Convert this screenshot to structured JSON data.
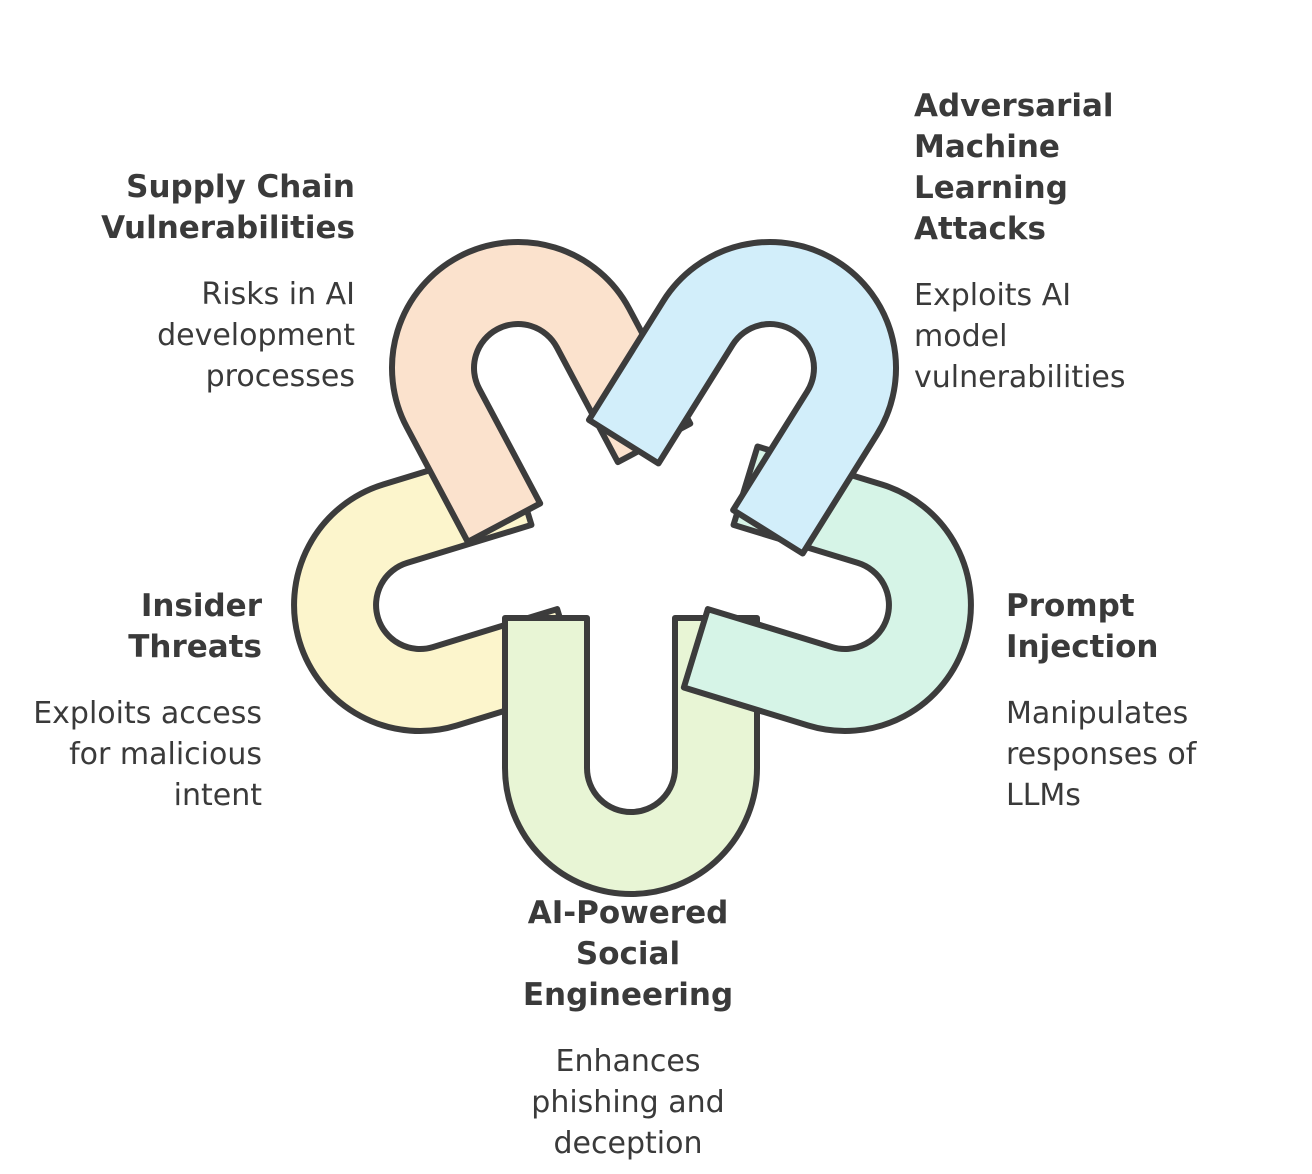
{
  "diagram": {
    "colors": {
      "outline": "#3c3c3c",
      "text": "#3a3a3a",
      "peach": "#fbe2cd",
      "blue": "#d2eefa",
      "green": "#d6f4e7",
      "lime": "#e8f5d5",
      "yellow": "#fcf5cc"
    },
    "nodes": [
      {
        "id": "supply",
        "color": "peach",
        "title_lines": [
          "Supply Chain",
          "Vulnerabilities"
        ],
        "desc_lines": [
          "Risks in AI",
          "development",
          "processes"
        ]
      },
      {
        "id": "adv",
        "color": "blue",
        "title_lines": [
          "Adversarial",
          "Machine",
          "Learning",
          "Attacks"
        ],
        "desc_lines": [
          "Exploits AI",
          "model",
          "vulnerabilities"
        ]
      },
      {
        "id": "insider",
        "color": "yellow",
        "title_lines": [
          "Insider",
          "Threats"
        ],
        "desc_lines": [
          "Exploits access",
          "for malicious",
          "intent"
        ]
      },
      {
        "id": "prompt",
        "color": "green",
        "title_lines": [
          "Prompt",
          "Injection"
        ],
        "desc_lines": [
          "Manipulates",
          "responses of",
          "LLMs"
        ]
      },
      {
        "id": "social",
        "color": "lime",
        "title_lines": [
          "AI-Powered",
          "Social",
          "Engineering"
        ],
        "desc_lines": [
          "Enhances",
          "phishing and",
          "deception"
        ]
      }
    ]
  }
}
